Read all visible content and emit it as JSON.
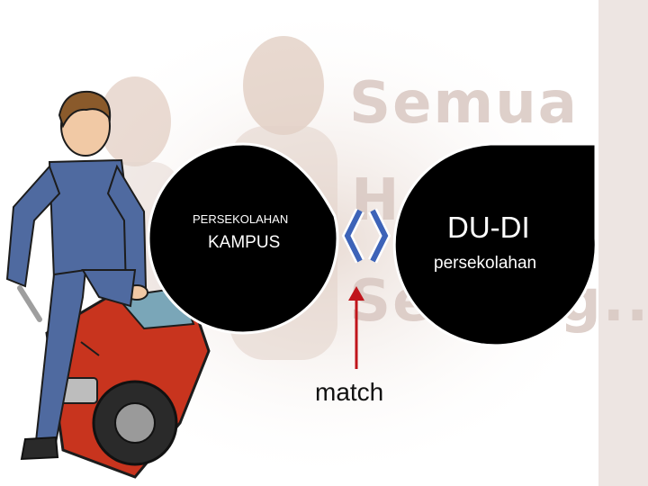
{
  "watermark": {
    "lines": [
      "Semua",
      "H",
      "Senang..!"
    ]
  },
  "left_node": {
    "label_small": "PERSEKOLAHAN",
    "label_big": "KAMPUS"
  },
  "right_node": {
    "label_big": "DU-DI",
    "label_small": "persekolahan"
  },
  "connector": {
    "icon": "double-chevron-icon",
    "color": "#3d63b8"
  },
  "arrow": {
    "color": "#c0151b",
    "label": "match"
  },
  "colors": {
    "node_fill": "#000000",
    "mechanic_suit": "#4f6aa0",
    "car_body": "#c8341e"
  }
}
